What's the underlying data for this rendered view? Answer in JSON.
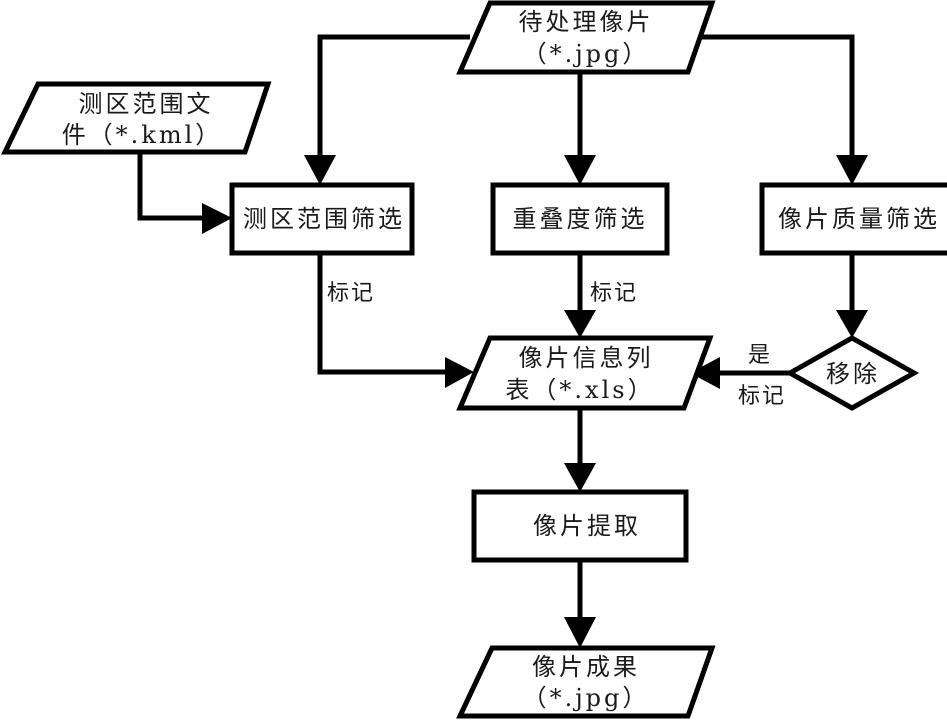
{
  "diagram": {
    "nodes": {
      "input_photos": {
        "line1": "待处理像片",
        "line2": "（*.jpg）"
      },
      "area_file": {
        "line1": "测区范围文",
        "line2": "件（*.kml）"
      },
      "area_filter": {
        "label": "测区范围筛选"
      },
      "overlap_filter": {
        "label": "重叠度筛选"
      },
      "quality_filter": {
        "label": "像片质量筛选"
      },
      "remove_decision": {
        "label": "移除"
      },
      "photo_info_list": {
        "line1": "像片信息列",
        "line2": "表（*.xls）"
      },
      "photo_extract": {
        "label": "像片提取"
      },
      "photo_result": {
        "line1": "像片成果",
        "line2": "（*.jpg）"
      }
    },
    "edge_labels": {
      "area_mark": "标记",
      "overlap_mark": "标记",
      "remove_yes": "是",
      "remove_mark": "标记"
    }
  }
}
